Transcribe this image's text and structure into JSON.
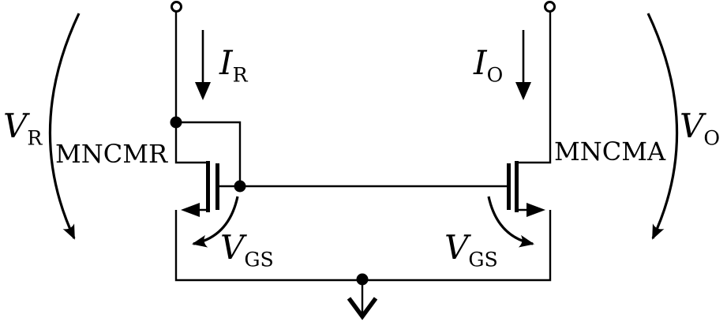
{
  "diagram": {
    "kind": "nmos-current-mirror-schematic",
    "colors": {
      "stroke": "#000000",
      "background": "#ffffff"
    },
    "labels": {
      "v_r": {
        "base": "V",
        "sub": "R"
      },
      "v_o": {
        "base": "V",
        "sub": "O"
      },
      "i_r": {
        "base": "I",
        "sub": "R"
      },
      "i_o": {
        "base": "I",
        "sub": "O"
      },
      "vgs_left": {
        "base": "V",
        "sub": "GS"
      },
      "vgs_right": {
        "base": "V",
        "sub": "GS"
      },
      "mncmr": "MNCMR",
      "mncma": "MNCMA"
    }
  }
}
